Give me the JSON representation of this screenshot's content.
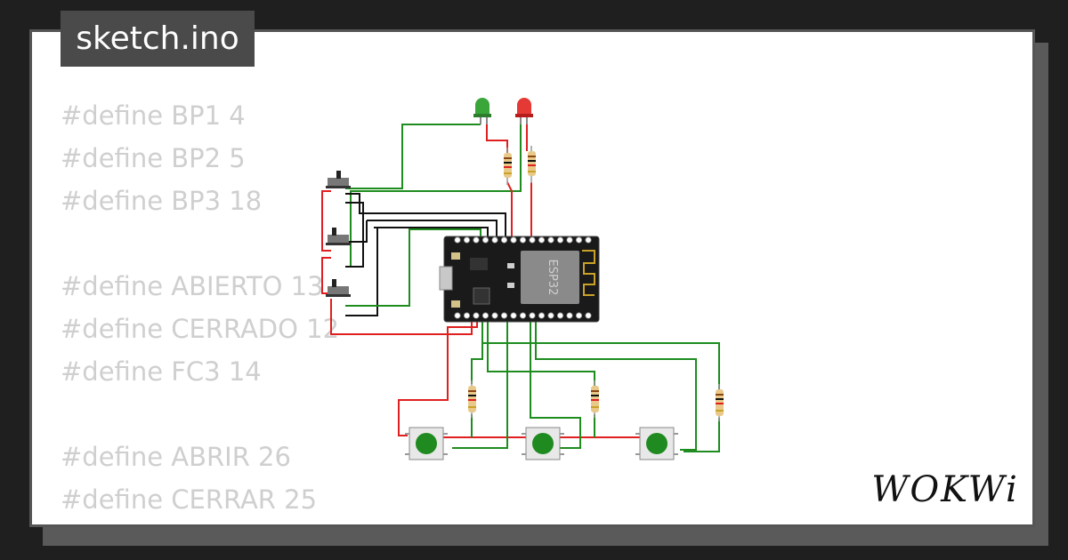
{
  "header": {
    "file_name": "sketch.ino"
  },
  "code": {
    "lines": [
      "#define BP1 4",
      "#define BP2 5",
      "#define BP3 18",
      "",
      "#define ABIERTO 13",
      "#define CERRADO 12",
      "#define FC3 14",
      "",
      "#define ABRIR 26",
      "#define CERRAR 25"
    ]
  },
  "board": {
    "label": "ESP32"
  },
  "brand": {
    "logo_text": "WOKWi"
  },
  "colors": {
    "background": "#1f1f1f",
    "card": "#ffffff",
    "tab": "#4a4a4a",
    "code_text": "#cfcfcf",
    "wire_green": "#1e8c1e",
    "wire_red": "#e02020",
    "wire_black": "#111111",
    "board": "#1a1a1a",
    "chip": "#8a8a8a",
    "button_cap": "#1f8a1f",
    "led_green": "#3aa63a",
    "led_red": "#e53935"
  },
  "icons": {
    "logo": "wokwi-logo",
    "board": "esp32-board-icon",
    "led": "led-icon",
    "resistor": "resistor-icon",
    "switch": "slide-switch-icon",
    "button": "pushbutton-icon"
  }
}
